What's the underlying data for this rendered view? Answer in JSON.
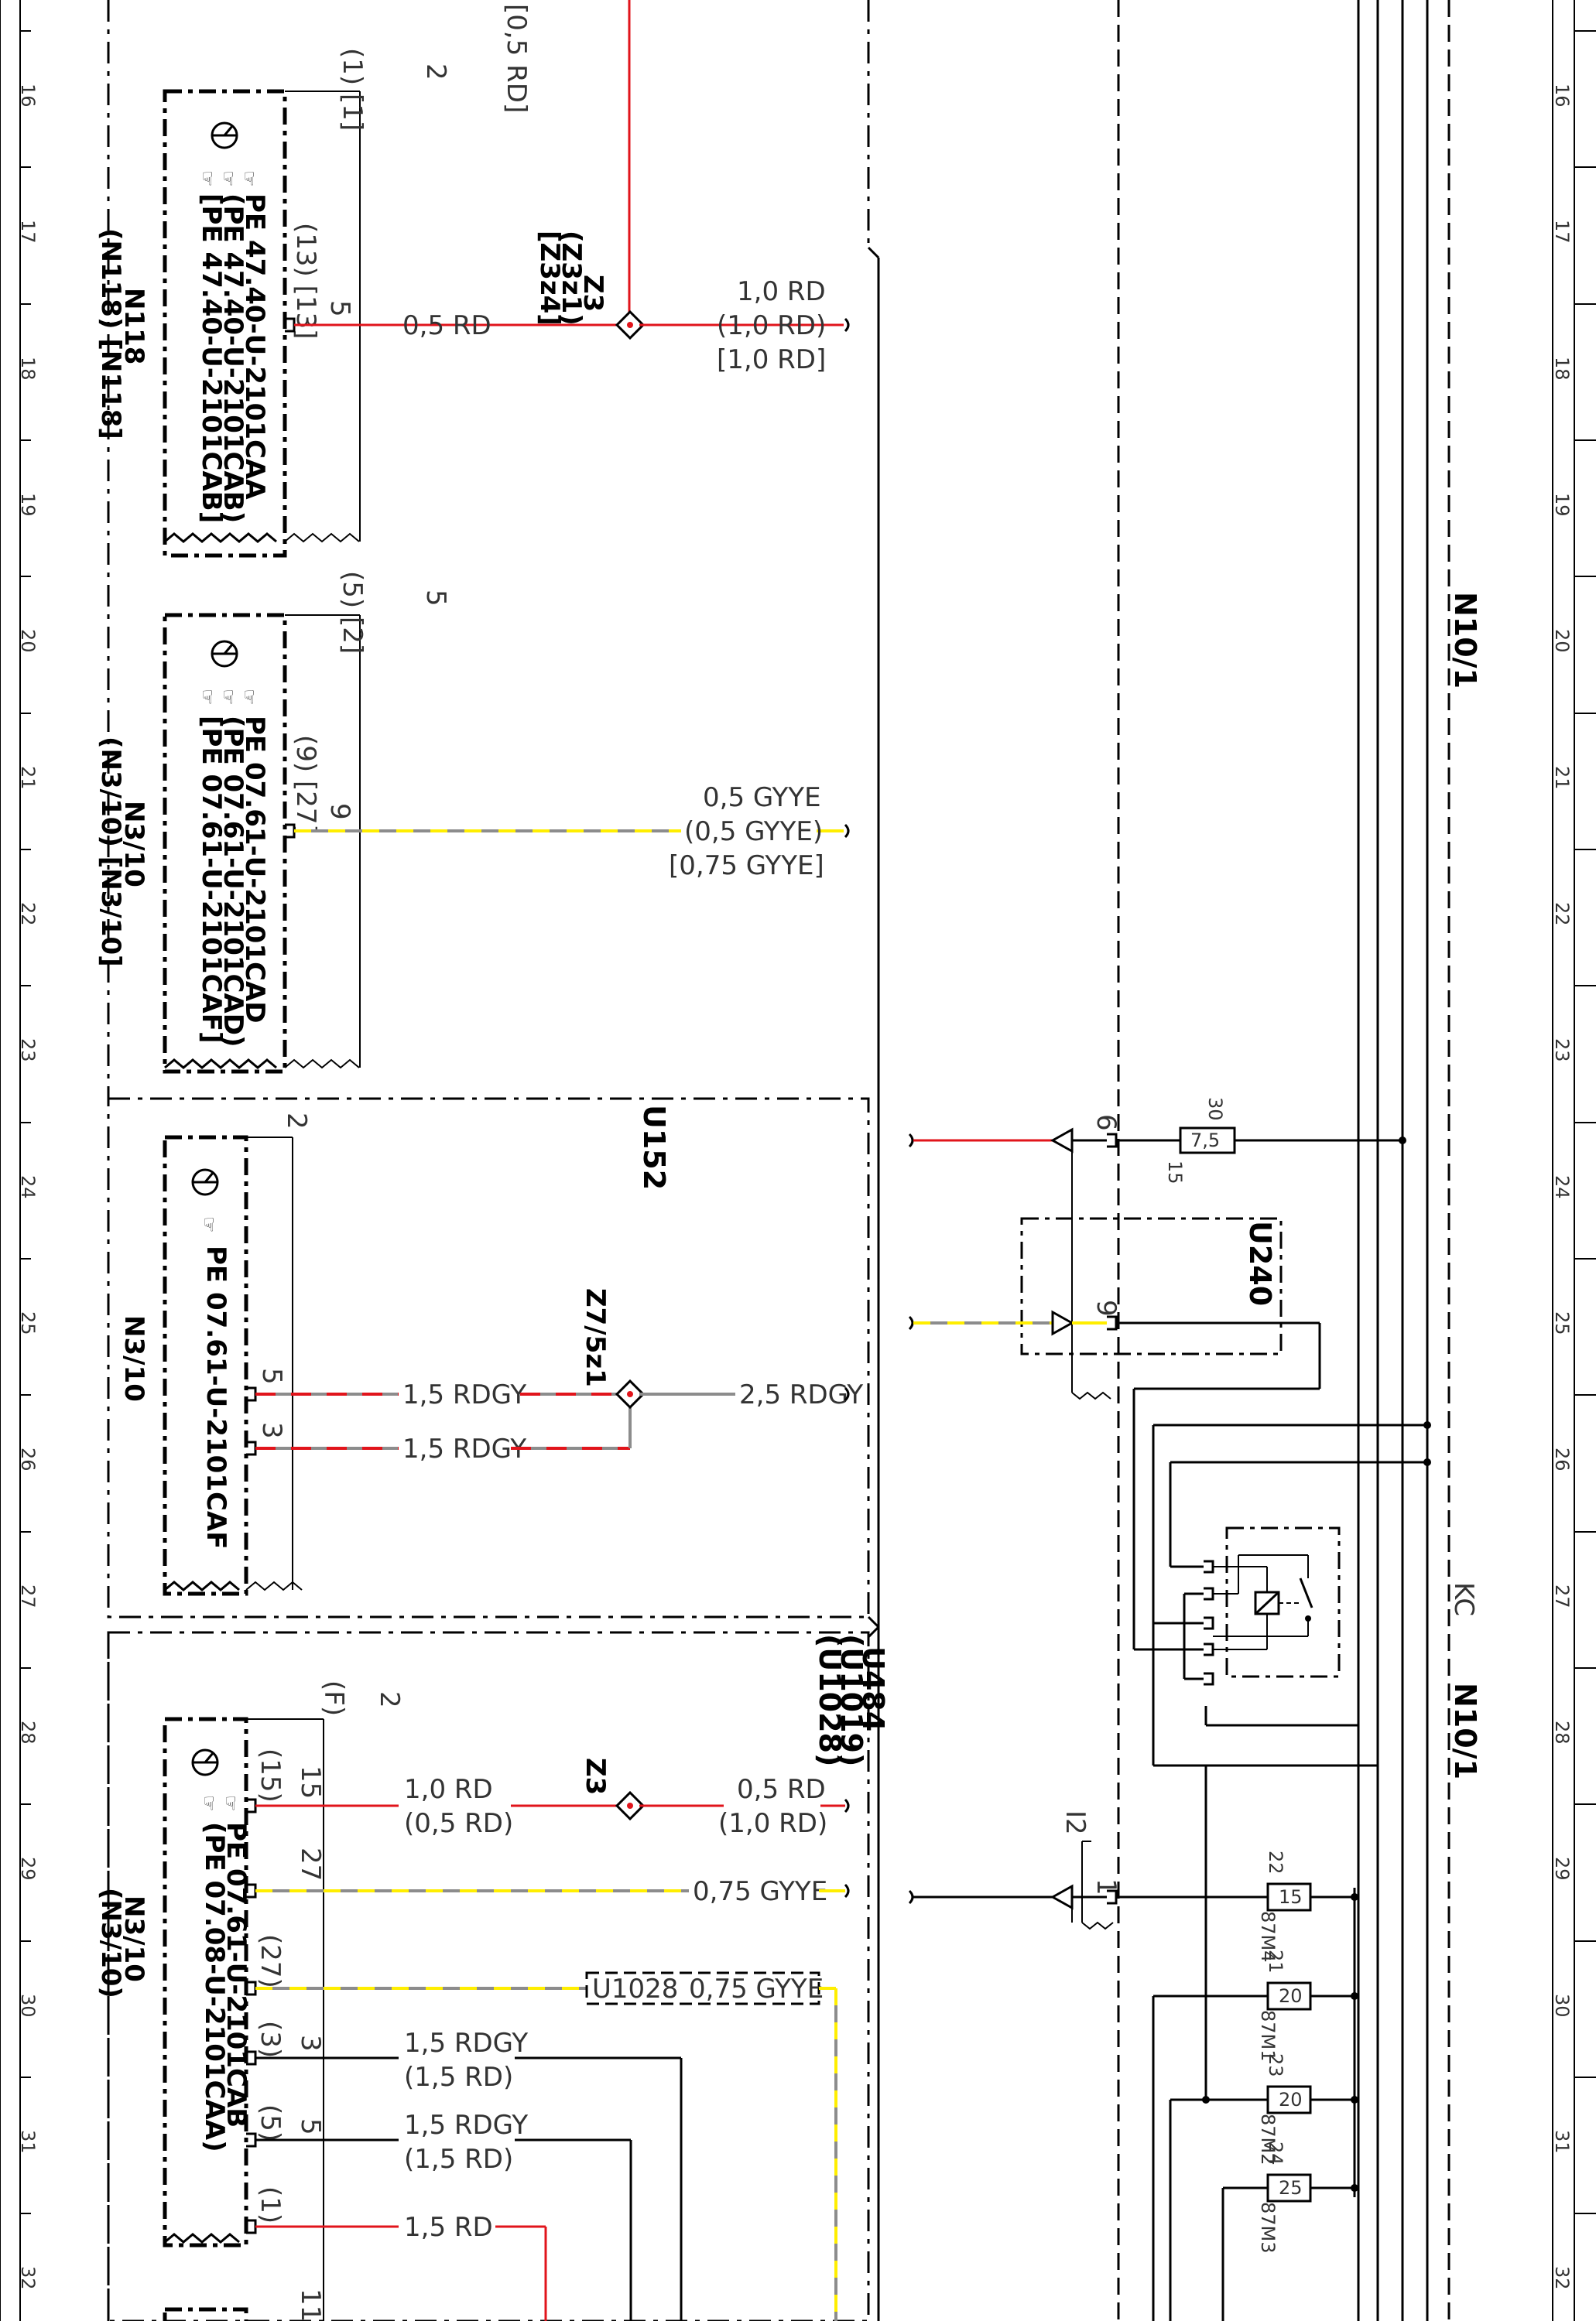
{
  "colors": {
    "red": "#e1141b",
    "yellow": "#ffee00",
    "gray": "#8c8c8c",
    "black": "#000000"
  },
  "grid": {
    "row_numbers": [
      "16",
      "17",
      "18",
      "19",
      "20",
      "21",
      "22",
      "23",
      "24",
      "25",
      "26",
      "27",
      "28",
      "29",
      "30",
      "31",
      "32"
    ]
  },
  "modules": {
    "n118": {
      "designator_main": "N118",
      "designator_alt": "(N118) [N118]",
      "ground_point_icon": "ground-point-icon",
      "pe_lines": [
        "PE 47.40-U-2101CAA",
        "(PE 47.40-U-2101CAB)",
        "[PE 47.40-U-2101CAB]"
      ],
      "pin_number": "5",
      "pin_alt": "(13) [13]",
      "top_pin_number": "2",
      "top_pin_alt": "(1) [1]"
    },
    "n310_a": {
      "designator_main": "N3/10",
      "designator_alt": "(N3/10) [N3/10]",
      "pe_lines": [
        "PE 07.61-U-2101CAD",
        "(PE 07.61-U-2101CAD)",
        "[PE 07.61-U-2101CAF]"
      ],
      "pin_number": "9",
      "pin_alt": "(9) [27]",
      "top_pin_number": "5",
      "top_pin_alt": "(5) [2]"
    },
    "u152": {
      "label": "U152",
      "designator": "N3/10",
      "pe_line": "PE 07.61-U-2101CAF",
      "pin_top": "2",
      "pin_a": "5",
      "pin_b": "3"
    },
    "u484": {
      "label_lines": [
        "U484",
        "(U1019)",
        "(U1028)"
      ],
      "designator_main": "N3/10",
      "designator_alt": "(N3/10)",
      "pe_lines": [
        "PE 07.61-U-2101CAB",
        "(PE 07.08-U-2101CAA)"
      ],
      "pin_top": "2",
      "pin_top_alt": "(F)",
      "pins": [
        {
          "num": "15",
          "alt": "(15)"
        },
        {
          "num": "27",
          "alt": ""
        },
        {
          "num": "",
          "alt": "(27)"
        },
        {
          "num": "3",
          "alt": "(3)"
        },
        {
          "num": "5",
          "alt": "(5)"
        },
        {
          "num": "",
          "alt": "(1)"
        }
      ],
      "next_pin": "11"
    }
  },
  "wires": {
    "n118_out": "0,5 RD",
    "z3_up_labels": [
      "Z3",
      "(Z3z1)",
      "[Z3z4]"
    ],
    "z3_right_a": "1,0 RD",
    "z3_right_b": "(1,0 RD)",
    "z3_right_c": "[1,0 RD]",
    "top_wire": "[0,5 RD]",
    "gyye_a": "0,5 GYYE",
    "gyye_b": "(0,5 GYYE)",
    "gyye_c": "[0,75 GYYE]",
    "rdgy_1": "1,5 RDGY",
    "rdgy_2": "1,5 RDGY",
    "z7_label": "Z7/5z1",
    "rdgy_out": "2,5 RDGY",
    "u484_rd_a": "1,0 RD",
    "u484_rd_b": "(0,5 RD)",
    "z3_lower": "Z3",
    "u484_rd_c": "0,5 RD",
    "u484_rd_d": "(1,0 RD)",
    "u484_gyye": "0,75 GYYE",
    "u1028_label": "U1028",
    "u1028_wire": "0,75 GYYE",
    "rdgy_3a": "1,5 RDGY",
    "rdgy_3b": "(1,5 RD)",
    "rdgy_5a": "1,5 RDGY",
    "rdgy_5b": "(1,5 RD)",
    "rd_1": "1,5 RD"
  },
  "right_side": {
    "n10_label_a": "N10/1",
    "n10_label_b": "N10/1",
    "kc_label": "KC",
    "u240_label": "U240",
    "pin_6": "6",
    "pin_9": "9",
    "pin_1": "1",
    "i2_label": "I2",
    "fuse_top": {
      "value": "7,5",
      "in": "30",
      "out": "15"
    },
    "relay_icon": "relay-coil-icon",
    "fuses": [
      {
        "value": "15",
        "num": "22",
        "name": "87M4"
      },
      {
        "value": "20",
        "num": "21",
        "name": "87M1"
      },
      {
        "value": "20",
        "num": "23",
        "name": "87M2"
      },
      {
        "value": "25",
        "num": "24",
        "name": "87M3"
      }
    ]
  }
}
